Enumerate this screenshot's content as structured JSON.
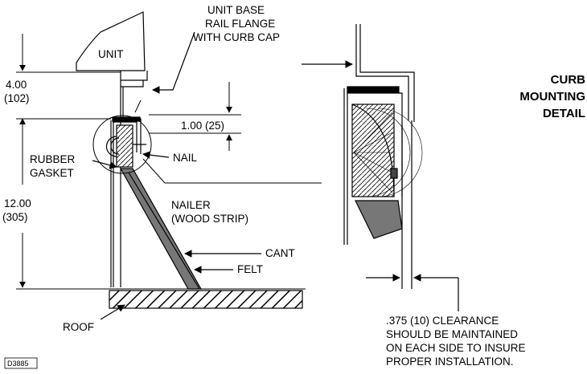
{
  "labels": {
    "unit": "UNIT",
    "unit_base_l1": "UNIT BASE",
    "unit_base_l2": "RAIL FLANGE",
    "unit_base_l3": "WITH CURB CAP",
    "dim_4_l1": "4.00",
    "dim_4_l2": "(102)",
    "dim_1": "1.00 (25)",
    "dim_12_l1": "12.00",
    "dim_12_l2": "(305)",
    "rubber_l1": "RUBBER",
    "rubber_l2": "GASKET",
    "nail": "NAIL",
    "nailer_l1": "NAILER",
    "nailer_l2": "(WOOD STRIP)",
    "cant": "CANT",
    "felt": "FELT",
    "roof": "ROOF",
    "drawing_id": "D3885",
    "title_l1": "CURB",
    "title_l2": "MOUNTING",
    "title_l3": "DETAIL",
    "clear_l1": ".375 (10) CLEARANCE",
    "clear_l2": "SHOULD BE MAINTAINED",
    "clear_l3": "ON EACH SIDE TO INSURE",
    "clear_l4": "PROPER INSTALLATION."
  }
}
